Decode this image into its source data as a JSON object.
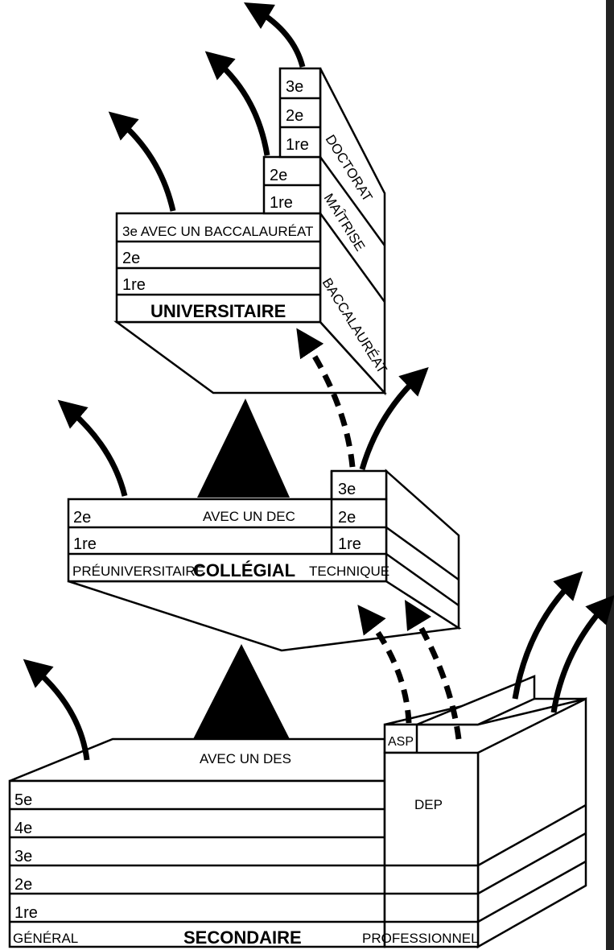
{
  "university": {
    "title": "UNIVERSITAIRE",
    "rows": [
      "1re",
      "2e",
      "3e AVEC UN BACCALAURÉAT"
    ],
    "masters_rows": [
      "1re",
      "2e"
    ],
    "doctorate_rows": [
      "1re",
      "2e",
      "3e"
    ],
    "side_labels": [
      "BACCALAURÉAT",
      "MAÎTRISE",
      "DOCTORAT"
    ]
  },
  "college": {
    "title": "COLLÉGIAL",
    "left_label": "PRÉUNIVERSITAIRE",
    "right_label": "TECHNIQUE",
    "rows": [
      "1re",
      "2e"
    ],
    "technique_rows": [
      "1re",
      "2e",
      "3e"
    ],
    "diploma": "AVEC UN DEC"
  },
  "secondary": {
    "title": "SECONDAIRE",
    "left_label": "GÉNÉRAL",
    "right_label": "PROFESSIONNEL",
    "rows": [
      "1re",
      "2e",
      "3e",
      "4e",
      "5e"
    ],
    "diploma": "AVEC UN DES",
    "dep": "DEP",
    "asp": "ASP"
  }
}
